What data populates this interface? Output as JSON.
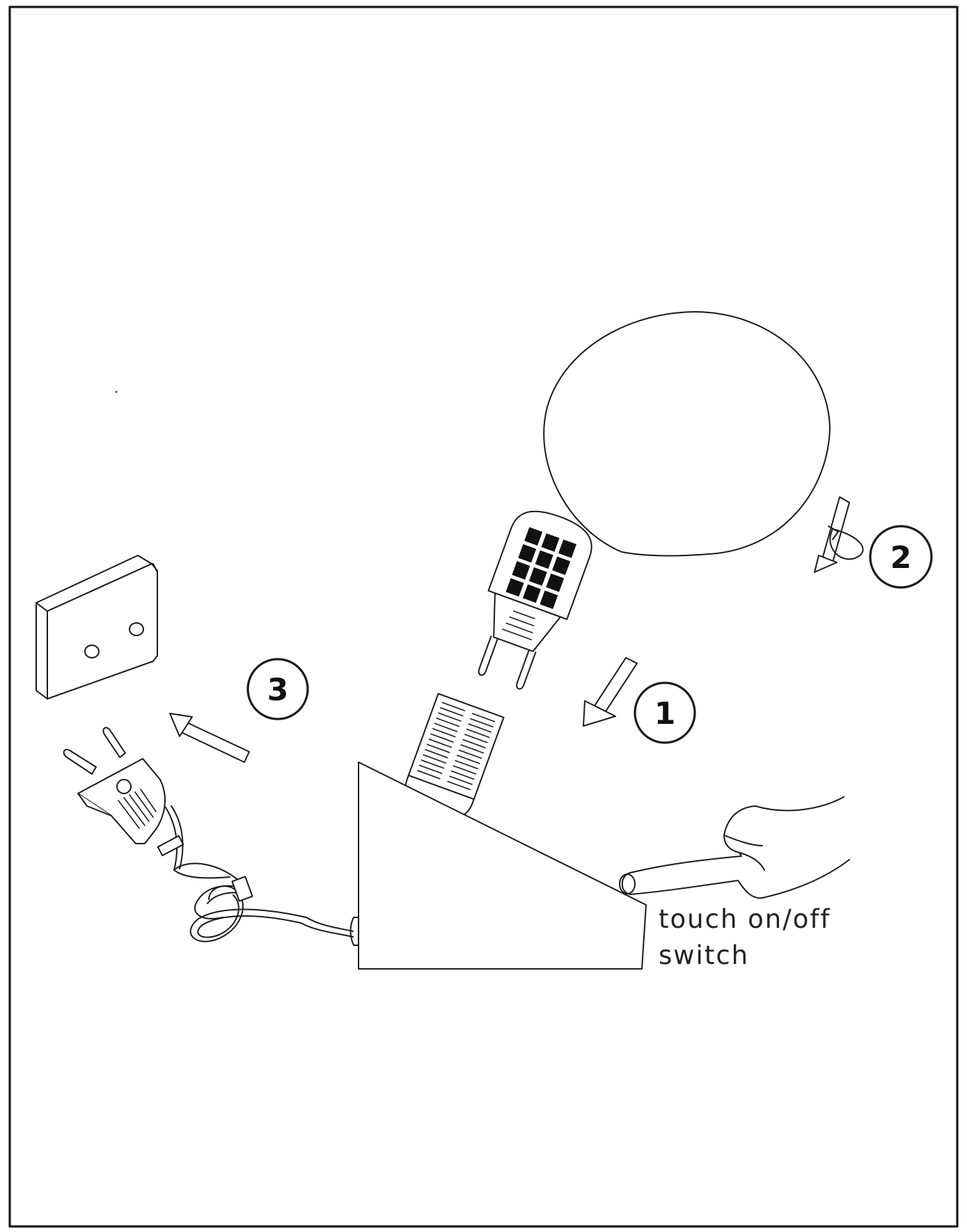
{
  "steps": [
    {
      "number": "1"
    },
    {
      "number": "2"
    },
    {
      "number": "3"
    }
  ],
  "switch_caption": {
    "line1": "touch on/off",
    "line2": "switch"
  },
  "colors": {
    "ink": "#1a1a1a",
    "paper": "#ffffff",
    "led_chip": "#111111"
  }
}
